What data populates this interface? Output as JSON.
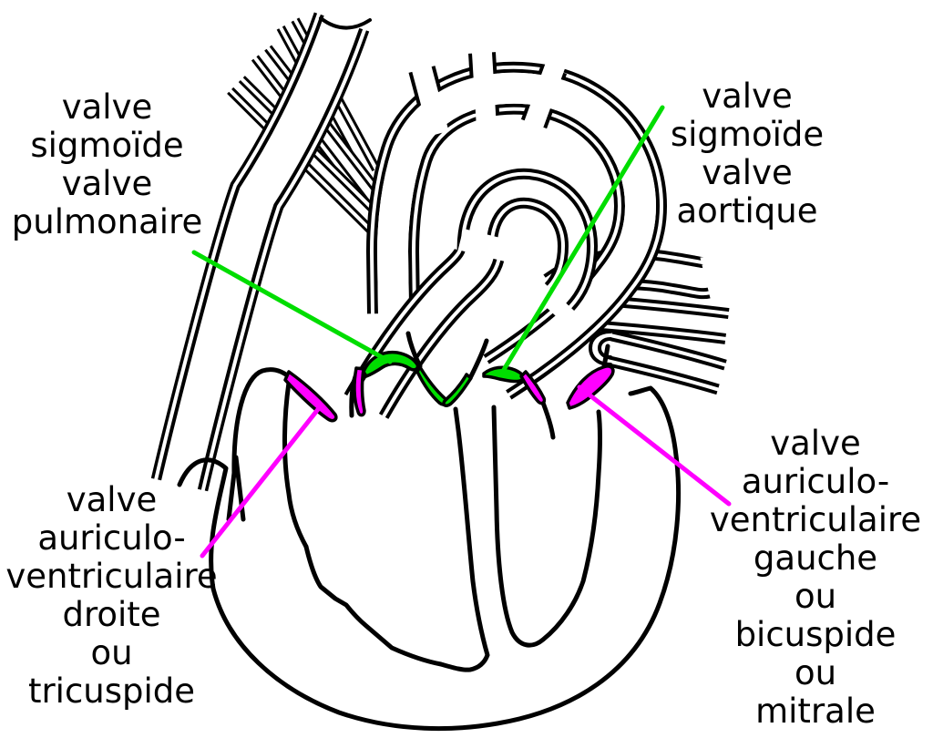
{
  "figure": {
    "description": "Cross-section diagram of the human heart with its four valves highlighted and labelled in French",
    "background": "#ffffff",
    "colors": {
      "outline": "#000000",
      "valve_green": "#00dd00",
      "valve_magenta": "#ff00ff",
      "text": "#000000"
    },
    "labels": {
      "pulmonary": {
        "text": "valve\nsigmoïde\nvalve\npulmonaire",
        "highlight": "green"
      },
      "aortic": {
        "text": "valve\nsigmoïde\nvalve\naortique",
        "highlight": "green"
      },
      "tricuspid": {
        "text": "valve\nauriculo-\nventriculaire\ndroite\nou\ntricuspide",
        "highlight": "magenta"
      },
      "mitral": {
        "text": "valve\nauriculo-\nventriculaire\ngauche\nou\nbicuspide\nou\nmitrale",
        "highlight": "magenta"
      }
    }
  }
}
